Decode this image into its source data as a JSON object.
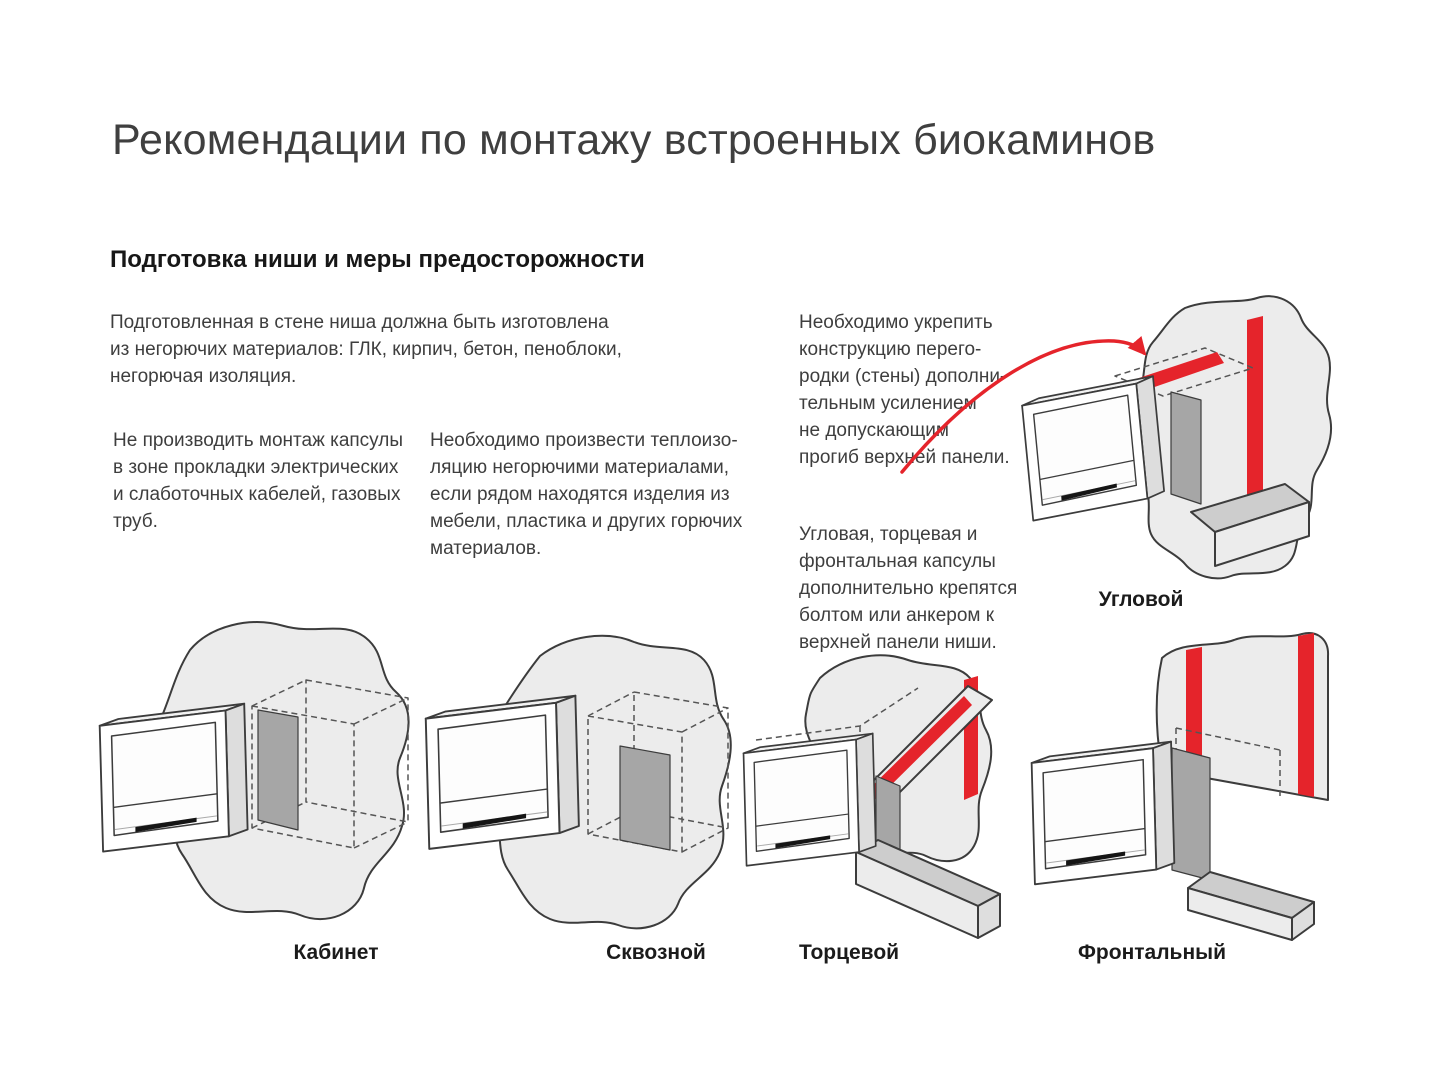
{
  "page": {
    "title": "Рекомендации по монтажу встроенных биокаминов",
    "section": {
      "heading": "Подготовка ниши и меры предосторожности"
    },
    "paragraphs": {
      "intro": [
        "Подготовленная в стене ниша должна быть изготовлена",
        "из негорючих материалов: ГЛК, кирпич, бетон, пеноблоки,",
        "негорючая изоляция."
      ],
      "cables": [
        "Не производить монтаж капсулы",
        "в зоне прокладки электрических",
        "и слаботочных кабелей, газовых",
        "труб."
      ],
      "insulation": [
        "Необходимо произвести теплоизо-",
        "ляцию негорючими материалами,",
        "если рядом находятся изделия из",
        "мебели, пластика и других горючих",
        "материалов."
      ],
      "reinforce": [
        "Необходимо укрепить",
        "конструкцию перего-",
        "родки (стены) дополни-",
        "тельным усилением",
        "не допускающим",
        "прогиб верхней панели."
      ],
      "fastening": [
        "Угловая, торцевая и",
        "фронтальная капсулы",
        "дополнительно крепятся",
        "болтом или анкером к",
        "верхней панели ниши."
      ]
    },
    "diagrams": {
      "corner": {
        "label": "Угловой"
      },
      "cabinet": {
        "label": "Кабинет"
      },
      "through": {
        "label": "Сквозной"
      },
      "end": {
        "label": "Торцевой"
      },
      "frontal": {
        "label": "Фронтальный"
      }
    },
    "colors": {
      "accent_red": "#e5242b",
      "outline": "#3c3c3c",
      "wall_fill": "#ececec"
    }
  }
}
